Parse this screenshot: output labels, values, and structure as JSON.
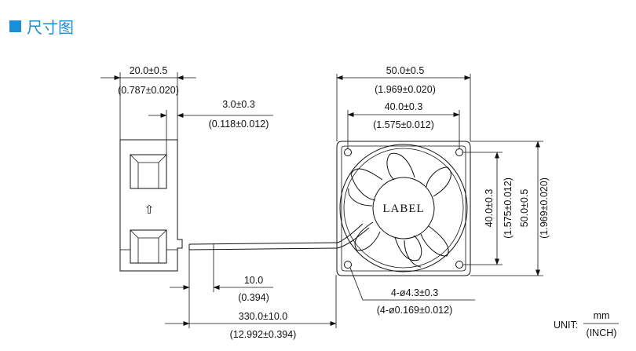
{
  "title": "尺寸图",
  "colors": {
    "title": "#1a8fd6",
    "line": "#111111"
  },
  "fan_label": "LABEL",
  "side_arrow": "⇧",
  "dimensions": {
    "side_depth": {
      "value": "20.0±0.5",
      "inch": "(0.787±0.020)"
    },
    "rib_offset": {
      "value": "3.0±0.3",
      "inch": "(0.118±0.012)"
    },
    "overall_width": {
      "value": "50.0±0.5",
      "inch": "(1.969±0.020)"
    },
    "hole_pitch_h": {
      "value": "40.0±0.3",
      "inch": "(1.575±0.012)"
    },
    "hole_pitch_v": {
      "value": "40.0±0.3",
      "inch": "(1.575±0.012)"
    },
    "overall_height": {
      "value": "50.0±0.5",
      "inch": "(1.969±0.020)"
    },
    "wire_strip": {
      "value": "10.0",
      "inch": "(0.394)"
    },
    "holes": {
      "value": "4-ø4.3±0.3",
      "inch": "(4-ø0.169±0.012)"
    },
    "lead_length": {
      "value": "330.0±10.0",
      "inch": "(12.992±0.394)"
    }
  },
  "unit": {
    "label": "UNIT:",
    "mm": "mm",
    "inch": "(INCH)"
  }
}
